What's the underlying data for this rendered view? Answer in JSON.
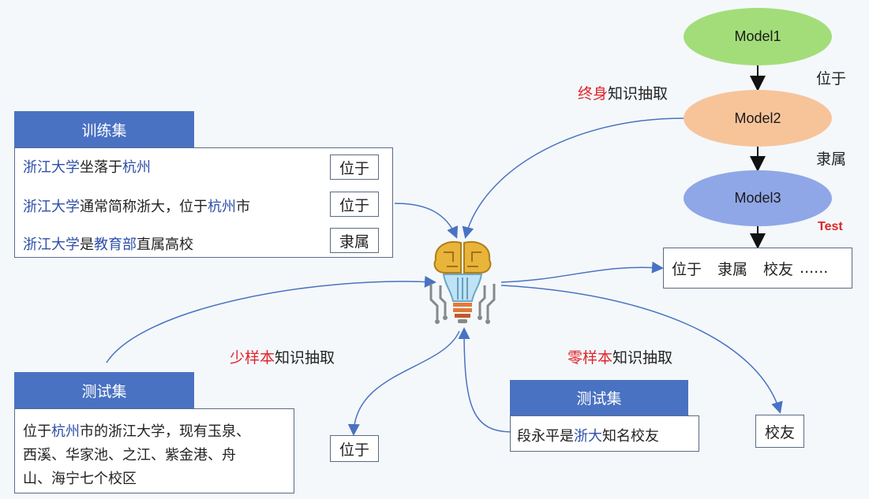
{
  "colors": {
    "header_blue": "#4a72c2",
    "model1": "#a3dd7a",
    "model2": "#f7c49a",
    "model3": "#8fa7e6",
    "highlight_red": "#e0242a",
    "entity_blue": "#2e4fa8"
  },
  "lifelong": {
    "red": "终身",
    "rest": "知识抽取"
  },
  "fewshot": {
    "red": "少样本",
    "rest": "知识抽取"
  },
  "zeroshot": {
    "red": "零样本",
    "rest": "知识抽取"
  },
  "models": [
    {
      "label": "Model1"
    },
    {
      "label": "Model2"
    },
    {
      "label": "Model3"
    }
  ],
  "model_edges": {
    "m1_m2": "位于",
    "m2_m3": "隶属"
  },
  "test_label": "Test",
  "relations_output": [
    "位于",
    "隶属",
    "校友",
    "......"
  ],
  "train_set": {
    "title": "训练集",
    "rows": [
      {
        "parts": [
          {
            "t": "浙江大学",
            "c": "blue"
          },
          {
            "t": "坐落于",
            "c": "black"
          },
          {
            "t": "杭州",
            "c": "blue"
          }
        ],
        "label": "位于"
      },
      {
        "parts": [
          {
            "t": "浙江大学",
            "c": "blue"
          },
          {
            "t": "通常简称浙大，位于",
            "c": "black"
          },
          {
            "t": "杭州",
            "c": "blue"
          },
          {
            "t": "市",
            "c": "black"
          }
        ],
        "label": "位于"
      },
      {
        "parts": [
          {
            "t": "浙江大学",
            "c": "blue"
          },
          {
            "t": "是",
            "c": "black"
          },
          {
            "t": "教育部",
            "c": "blue"
          },
          {
            "t": "直属高校",
            "c": "black"
          }
        ],
        "label": "隶属"
      }
    ]
  },
  "fewshot_test": {
    "title": "测试集",
    "lines": [
      [
        {
          "t": "位于",
          "c": "black"
        },
        {
          "t": "杭州",
          "c": "blue"
        },
        {
          "t": "市的浙江大学，现有玉泉、",
          "c": "black"
        }
      ],
      [
        {
          "t": "西溪、华家池、之江、紫金港、舟",
          "c": "black"
        }
      ],
      [
        {
          "t": "山、海宁七个校区",
          "c": "black"
        }
      ]
    ],
    "output": "位于"
  },
  "zeroshot_test": {
    "title": "测试集",
    "parts": [
      {
        "t": "段永平",
        "c": "black"
      },
      {
        "t": "是",
        "c": "black"
      },
      {
        "t": "浙大",
        "c": "blue"
      },
      {
        "t": "知名校友",
        "c": "black"
      }
    ],
    "output": "校友"
  }
}
